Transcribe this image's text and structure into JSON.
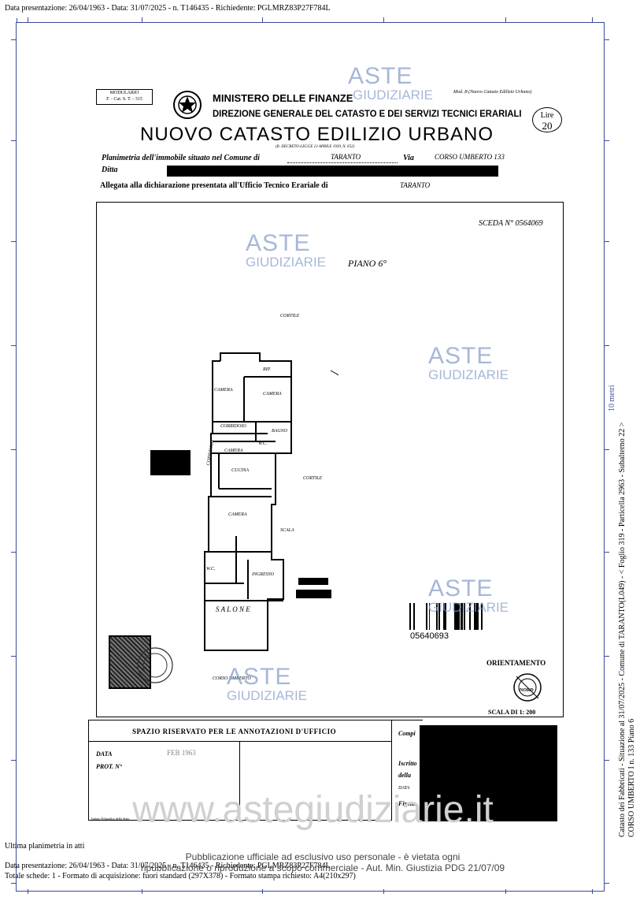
{
  "header": {
    "top_line": "Data presentazione: 26/04/1963 - Data: 31/07/2025 - n. T146435 - Richiedente: PGLMRZ83P27F784L"
  },
  "form": {
    "modulario": "MODULARIO",
    "modulario_code": "F. - Cat. S. T. - 315",
    "ministry": "MINISTERO DELLE FINANZE",
    "direction": "DIREZIONE GENERALE DEL CATASTO E DEI SERVIZI TECNICI ERARIALI",
    "mod_b": "Mod. B (Nuovo Catasto Edilizio Urbano)",
    "title": "NUOVO CATASTO EDILIZIO URBANO",
    "decree": "(R. DECRETO-LEGGE 13 APRILE 1939, N. 652)",
    "lire_label": "Lire",
    "lire_value": "20",
    "line1_label": "Planimetria dell'immobile situato nel Comune di",
    "comune": "TARANTO",
    "via_label": "Via",
    "via": "CORSO UMBERTO 133",
    "ditta_label": "Ditta",
    "line3_label": "Allegata alla dichiarazione presentata all'Ufficio Tecnico Erariale di",
    "ufficio": "TARANTO"
  },
  "plan": {
    "scheda": "SCEDA N° 0564069",
    "floor": "PIANO 6°",
    "cortile_top": "CORTILE",
    "cortile_right": "CORTILE",
    "rooms": [
      "RIP.",
      "CAMERA",
      "CAMERA",
      "CORRIDOIO",
      "BAGNO",
      "CAMERA",
      "W.C.",
      "CUCINA",
      "CORRIDOIO",
      "CAMERA",
      "SCALA",
      "W.C.",
      "INGRESSO",
      "S A L O N E"
    ],
    "street": "CORSO UMBERTO",
    "barcode_number": "05640693",
    "orientamento": "ORIENTAMENTO",
    "nord": "NORD",
    "scala": "SCALA DI 1: 200"
  },
  "office": {
    "title": "SPAZIO RISERVATO PER LE ANNOTAZIONI D'UFFICIO",
    "data_label": "DATA",
    "data_value": "FEB 1963",
    "prot_label": "PROT. N°",
    "compilata": "Compi",
    "iscritto": "Iscritto",
    "della": "della",
    "data2": "DATA",
    "firma": "Firma",
    "printer": "Istituto Poligrafico dello Stato"
  },
  "watermarks": {
    "aste": "ASTE",
    "giudiziarie": "GIUDIZIARIE",
    "site": "www.astegiudiziarie.it"
  },
  "side": {
    "scale_label": "10 metri",
    "line1": "Catasto dei Fabbricati - Situazione al 31/07/2025 - Comune di TARANTO(L049) - < Foglio 319 - Particella 2963 - Subalterno 22 >",
    "line2": "CORSO UMBERTO I n. 133 Piano 6"
  },
  "footer": {
    "ultima": "Ultima planimetria in atti",
    "line1": "Data presentazione: 26/04/1963 - Data: 31/07/2025 - n. T146435 - Richiedente: PGLMRZ83P27F784L",
    "line2": "Totale schede: 1 - Formato di acquisizione: fuori standard (297X378) - Formato stampa richiesto: A4(210x297)",
    "notice1": "Pubblicazione ufficiale ad esclusivo uso personale - è vietata ogni",
    "notice2": "ripubblicazione o riproduzione a scopo commerciale - Aut. Min. Giustizia PDG 21/07/09"
  }
}
